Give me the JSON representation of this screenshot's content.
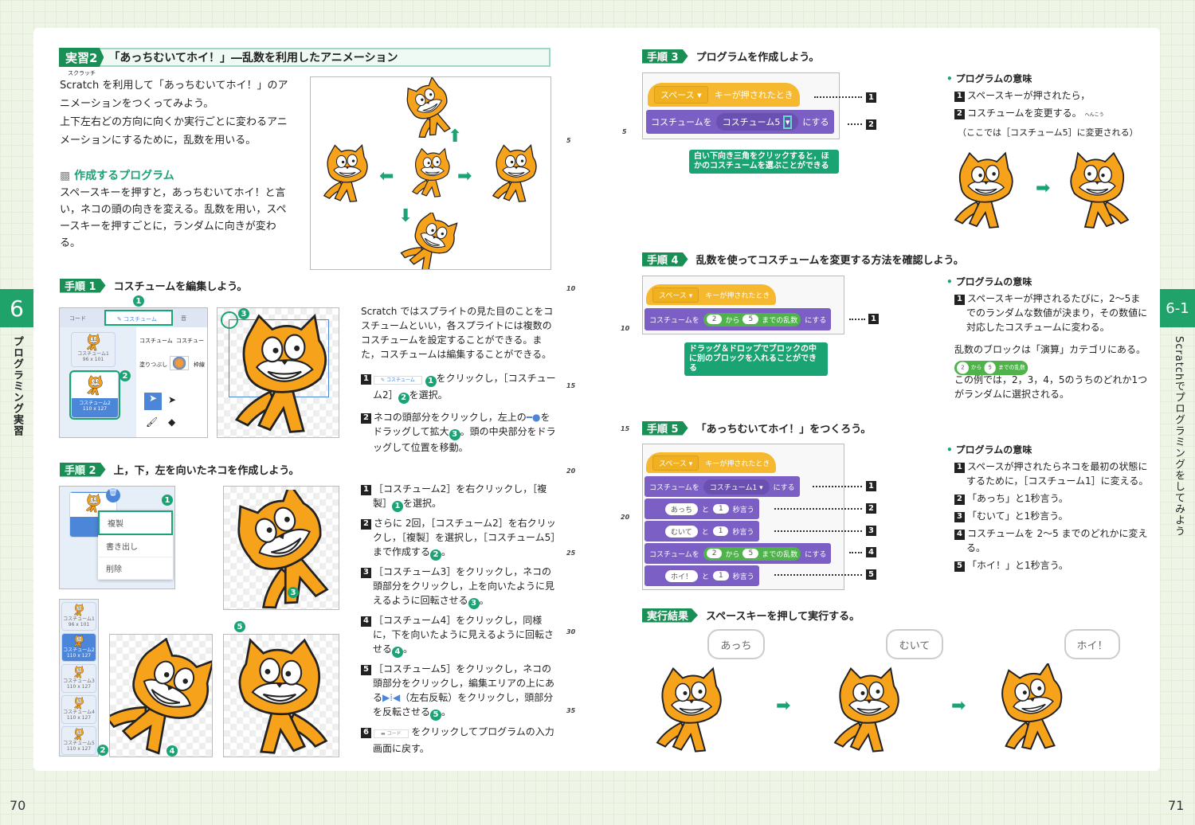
{
  "colors": {
    "accent": "#1aa373",
    "tag": "#1a8f55",
    "hat": "#f5b82e",
    "looks": "#7b5fc4",
    "operator": "#4fb24a"
  },
  "side_left": {
    "chapter": "6",
    "label": "プログラミング実習",
    "page": "70"
  },
  "side_right": {
    "chapter": "6-1",
    "label": "Scratchでプログラミングをしてみよう",
    "page": "71"
  },
  "title": {
    "tag": "実習2",
    "text": "「あっちむいてホイ！」―乱数を利用したアニメーション"
  },
  "intro": {
    "ruby": "スクラッチ",
    "p1": "Scratch を利用して「あっちむいてホイ！」のアニメーションをつくってみよう。",
    "p2": "上下左右どの方向に向くか実行ごとに変わるアニメーションにするために，乱数を用いる。"
  },
  "program": {
    "heading": "作成するプログラム",
    "text": "スペースキーを押すと，あっちむいてホイ！と言い，ネコの頭の向きを変える。乱数を用い，スペースキーを押すごとに，ランダムに向きが変わる。"
  },
  "line_numbers_left": [
    "5",
    "10",
    "15",
    "20",
    "25",
    "30",
    "35"
  ],
  "line_numbers_right": [
    "5",
    "10",
    "15",
    "20"
  ],
  "step1": {
    "tag": "手順 1",
    "title": "コスチュームを編集しよう。",
    "ui": {
      "tab_code": "コード",
      "tab_costume": "コスチューム",
      "tab_sound": "音",
      "costume_label": "コスチューム",
      "costume_name": "コスチュー",
      "fill": "塗りつぶし",
      "outline": "枠線",
      "thumb1": "コスチューム1",
      "thumb1_size": "96 x 101",
      "thumb2": "コスチューム2",
      "thumb2_size": "110 x 127"
    },
    "intro": "Scratch ではスプライトの見た目のことをコスチュームといい，各スプライトには複数のコスチュームを設定することができる。また，コスチュームは編集することができる。",
    "items": [
      {
        "num": "1",
        "text_a": "をクリックし，［コスチューム2］",
        "text_b": "を選択。",
        "icon_label": "コスチューム"
      },
      {
        "num": "2",
        "text_a": "ネコの頭部分をクリックし，左上の",
        "text_b": "をドラッグして拡大",
        "text_c": "。頭の中央部分をドラッグして位置を移動。"
      }
    ]
  },
  "step2": {
    "tag": "手順 2",
    "title": "上，下，左を向いたネコを作成しよう。",
    "menu": [
      "複製",
      "書き出し",
      "削除"
    ],
    "thumbs": [
      {
        "n": "1",
        "name": "コスチューム1",
        "size": "96 x 101"
      },
      {
        "n": "2",
        "name": "コスチューム2",
        "size": "110 x 127"
      },
      {
        "n": "3",
        "name": "コスチューム3",
        "size": "110 x 127"
      },
      {
        "n": "4",
        "name": "コスチューム4",
        "size": "110 x 127"
      },
      {
        "n": "5",
        "name": "コスチューム5",
        "size": "110 x 127"
      }
    ],
    "items": [
      {
        "num": "1",
        "text": "［コスチューム2］を右クリックし，［複製］",
        "text_b": "を選択。"
      },
      {
        "num": "2",
        "text": "さらに 2回，［コスチューム2］を右クリックし，［複製］を選択し，［コスチューム5］まで作成する",
        "text_b": "。"
      },
      {
        "num": "3",
        "text": "［コスチューム3］をクリックし，ネコの頭部分をクリックし，上を向いたように見えるように回転させる",
        "text_b": "。"
      },
      {
        "num": "4",
        "text": "［コスチューム4］をクリックし，同様に，下を向いたように見えるように回転させる",
        "text_b": "。"
      },
      {
        "num": "5",
        "text": "［コスチューム5］をクリックし，ネコの頭部分をクリックし，編集エリアの上にある",
        "text_mid": "（左右反転）をクリックし，頭部分を反転させる",
        "text_b": "。"
      },
      {
        "num": "6",
        "icon_label": "コード",
        "text": "をクリックしてプログラムの入力画面に戻す。"
      }
    ]
  },
  "circles": [
    "1",
    "2",
    "3",
    "4",
    "5"
  ],
  "step3": {
    "tag": "手順 3",
    "title": "プログラムを作成しよう。",
    "hat_key": "スペース",
    "hat_text": "キーが押されたとき",
    "blk_a": "コスチュームを",
    "blk_costume": "コスチューム5",
    "blk_b": "にする",
    "callout": "白い下向き三角をクリックすると，ほかのコスチュームを選ぶことができる",
    "meaning_title": "プログラムの意味",
    "meaning": [
      "スペースキーが押されたら，",
      "コスチュームを変更する。"
    ],
    "meaning_ruby": "へんこう",
    "meaning_note": "（ここでは［コスチューム5］に変更される）"
  },
  "step4": {
    "tag": "手順 4",
    "title": "乱数を使ってコスチュームを変更する方法を確認しよう。",
    "from": "2",
    "kara": "から",
    "to": "5",
    "made": "までの乱数",
    "callout": "ドラッグ＆ドロップでブロックの中に別のブロックを入れることができる",
    "meaning_title": "プログラムの意味",
    "meaning": [
      "スペースキーが押されるたびに，2～5までのランダムな数値が決まり，その数値に対応したコスチュームに変わる。"
    ],
    "note1": "乱数のブロックは「演算」カテゴリにある。",
    "note2": "この例では，2，3，4，5のうちのどれか1つがランダムに選択される。"
  },
  "step5": {
    "tag": "手順 5",
    "title": "「あっちむいてホイ！」をつくろう。",
    "costume1": "コスチューム1",
    "say": [
      {
        "word": "あっち",
        "sec": "1"
      },
      {
        "word": "むいて",
        "sec": "1"
      },
      {
        "word": "ホイ！",
        "sec": "1"
      }
    ],
    "to": "と",
    "say_end": "秒言う",
    "meaning_title": "プログラムの意味",
    "meaning": [
      "スペースが押されたらネコを最初の状態にするために，［コスチューム1］に変える。",
      "「あっち」と1秒言う。",
      "「むいて」と1秒言う。",
      "コスチュームを 2～5 までのどれかに変える。",
      "「ホイ！」と1秒言う。"
    ]
  },
  "result": {
    "tag": "実行結果",
    "title": "スペースキーを押して実行する。",
    "bubbles": [
      "あっち",
      "むいて",
      "ホイ！"
    ]
  }
}
